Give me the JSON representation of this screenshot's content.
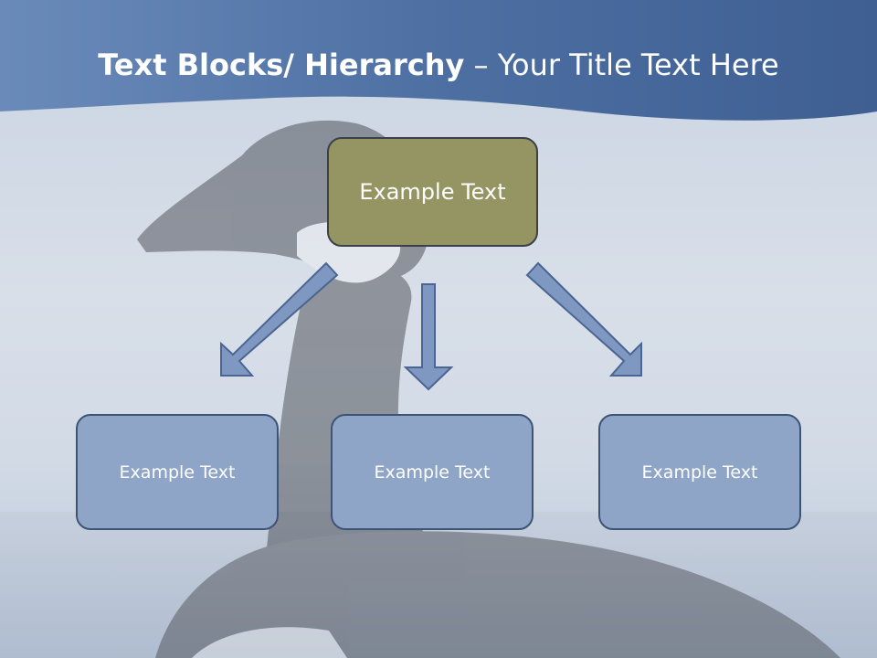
{
  "title": {
    "bold": "Text Blocks/ Hierarchy",
    "rest": " – Your Title Text Here"
  },
  "top_node": {
    "label": "Example Text"
  },
  "children": [
    {
      "label": "Example Text"
    },
    {
      "label": "Example Text"
    },
    {
      "label": "Example Text"
    }
  ],
  "colors": {
    "header_band": "#4f74a8",
    "top_box": "#949563",
    "child_box": "#8ea5c8",
    "arrow_fill": "#7f98c1",
    "arrow_stroke": "#4a6591"
  }
}
